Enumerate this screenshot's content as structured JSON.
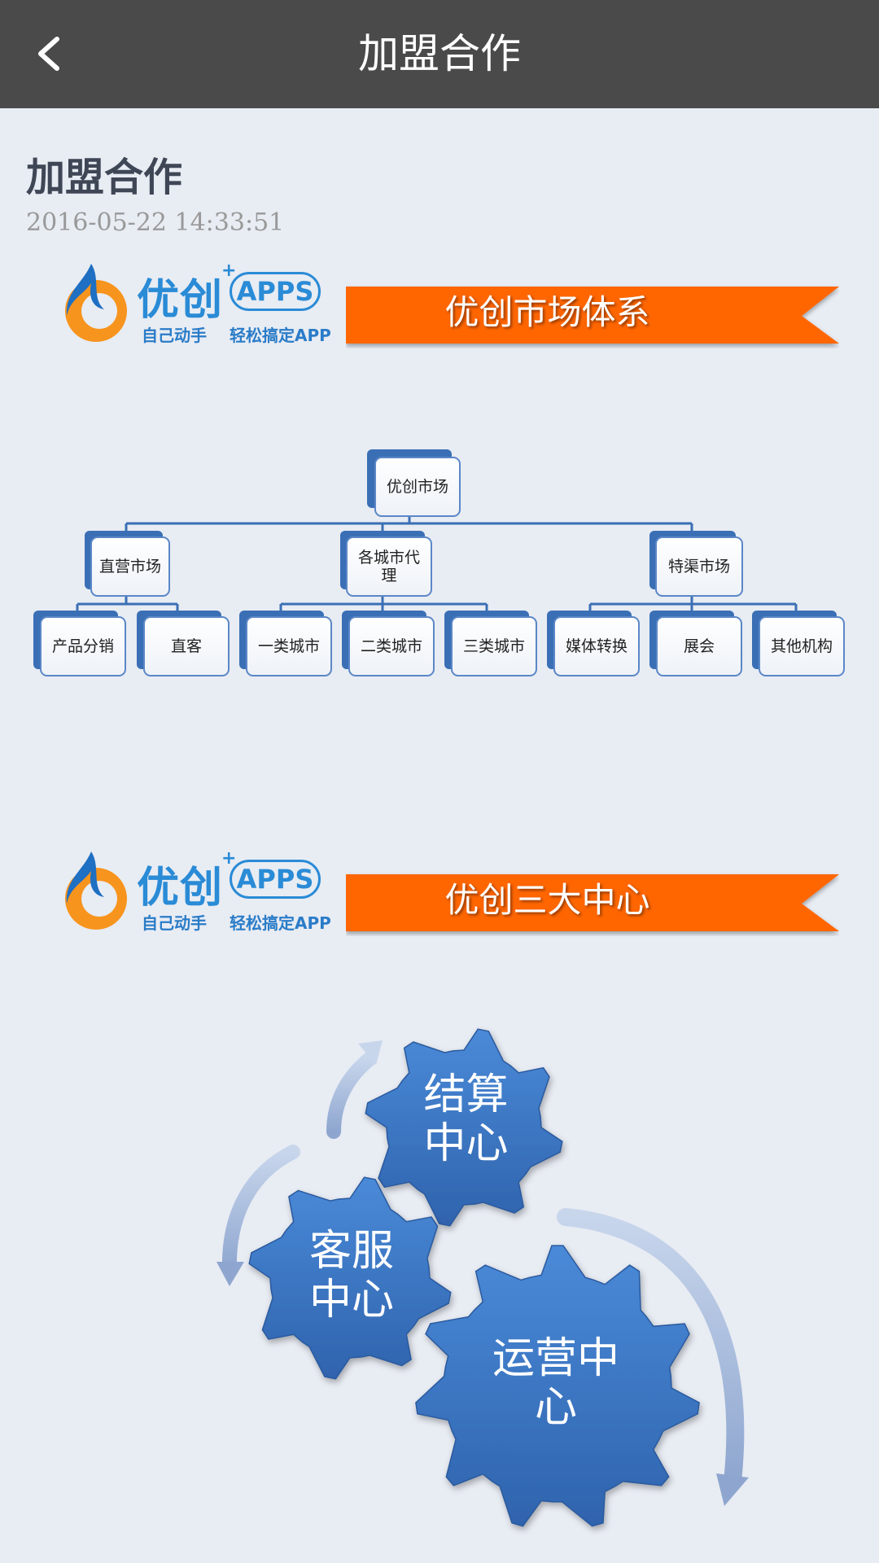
{
  "header": {
    "title": "加盟合作",
    "back_icon": "chevron-left-icon"
  },
  "article": {
    "title": "加盟合作",
    "date": "2016-05-22 14:33:51"
  },
  "logo": {
    "name": "优创",
    "plus": "+",
    "apps": "APPS",
    "slogan_left": "自己动手",
    "slogan_right": "轻松搞定APP"
  },
  "banner1": {
    "title": "优创市场体系"
  },
  "banner2": {
    "title": "优创三大中心"
  },
  "org_chart": {
    "root": "优创市场",
    "level2": [
      "直营市场",
      "各城市代理",
      "特渠市场"
    ],
    "level3": [
      "产品分销",
      "直客",
      "一类城市",
      "二类城市",
      "三类城市",
      "媒体转换",
      "展会",
      "其他机构"
    ]
  },
  "centers": {
    "settlement": "结算中心",
    "service": "客服中心",
    "operations": "运营中心"
  },
  "colors": {
    "header_bg": "#4a4a4a",
    "page_bg": "#e8ecf3",
    "ribbon": "#ff6600",
    "logo_blue": "#2a8bd6",
    "gear_blue": "#3a75c4"
  }
}
